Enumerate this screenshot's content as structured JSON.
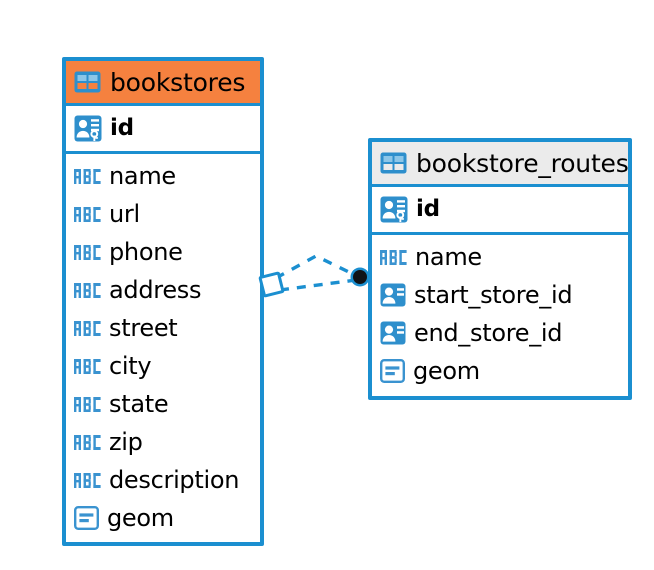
{
  "diagram": {
    "type": "entity-relationship-diagram",
    "background_color": "#ffffff",
    "accent_color": "#1b8fd0",
    "selected_header_color": "#f5813f",
    "unselected_header_color": "#ebebeb",
    "text_color": "#000000"
  },
  "entities": [
    {
      "name": "bookstores",
      "selected": true,
      "header_color": "#f5813f",
      "table_icon": "table-icon",
      "primary_keys": [
        {
          "label": "id",
          "icon": "primary-key-icon",
          "type": "pk"
        }
      ],
      "fields": [
        {
          "label": "name",
          "icon": "abc-text-icon",
          "type": "text"
        },
        {
          "label": "url",
          "icon": "abc-text-icon",
          "type": "text"
        },
        {
          "label": "phone",
          "icon": "abc-text-icon",
          "type": "text"
        },
        {
          "label": "address",
          "icon": "abc-text-icon",
          "type": "text"
        },
        {
          "label": "street",
          "icon": "abc-text-icon",
          "type": "text"
        },
        {
          "label": "city",
          "icon": "abc-text-icon",
          "type": "text"
        },
        {
          "label": "state",
          "icon": "abc-text-icon",
          "type": "text"
        },
        {
          "label": "zip",
          "icon": "abc-text-icon",
          "type": "text"
        },
        {
          "label": "description",
          "icon": "abc-text-icon",
          "type": "text"
        },
        {
          "label": "geom",
          "icon": "geometry-icon",
          "type": "geometry"
        }
      ]
    },
    {
      "name": "bookstore_routes",
      "selected": false,
      "header_color": "#ebebeb",
      "table_icon": "table-icon",
      "primary_keys": [
        {
          "label": "id",
          "icon": "primary-key-icon",
          "type": "pk"
        }
      ],
      "fields": [
        {
          "label": "name",
          "icon": "abc-text-icon",
          "type": "text"
        },
        {
          "label": "start_store_id",
          "icon": "foreign-key-icon",
          "type": "fk"
        },
        {
          "label": "end_store_id",
          "icon": "foreign-key-icon",
          "type": "fk"
        },
        {
          "label": "geom",
          "icon": "geometry-icon",
          "type": "geometry"
        }
      ]
    }
  ],
  "relationship": {
    "from_entity": "bookstores",
    "to_entity": "bookstore_routes",
    "line_style": "dashed",
    "line_color": "#1b8fd0",
    "source_marker": "diamond-outline-marker",
    "target_marker": "filled-circle-marker",
    "target_marker_color": "#101418"
  }
}
